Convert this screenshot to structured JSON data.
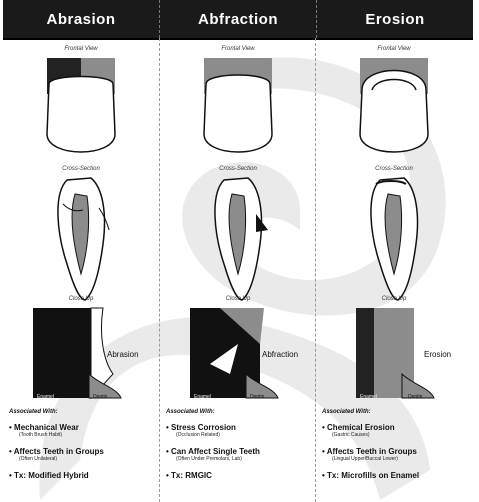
{
  "columns": [
    {
      "title": "Abrasion",
      "captions": {
        "frontal": "Frontal View",
        "cross": "Cross-Section",
        "close": "Close Up"
      },
      "side_label": "Abrasion",
      "small_labels": [
        "Enamel",
        "Dentin"
      ],
      "associated": "Associated With:",
      "bullets": [
        {
          "main": "Mechanical Wear",
          "sub": "(Tooth Brush Habit)"
        },
        {
          "main": "Affects Teeth in Groups",
          "sub": "(Often Unilateral)"
        },
        {
          "main": "Tx: Modified Hybrid",
          "sub": ""
        }
      ]
    },
    {
      "title": "Abfraction",
      "captions": {
        "frontal": "Frontal View",
        "cross": "Cross-Section",
        "close": "Close Up"
      },
      "side_label": "Abfraction",
      "small_labels": [
        "Enamel",
        "Dentin"
      ],
      "associated": "Associated With:",
      "bullets": [
        {
          "main": "Stress Corrosion",
          "sub": "(Occlusion Related)"
        },
        {
          "main": "Can Affect Single Teeth",
          "sub": "(Often Under Premolars, Lab)"
        },
        {
          "main": "Tx: RMGIC",
          "sub": ""
        }
      ]
    },
    {
      "title": "Erosion",
      "captions": {
        "frontal": "Frontal View",
        "cross": "Cross-Section",
        "close": "Close Up"
      },
      "side_label": "Erosion",
      "small_labels": [
        "Enamel",
        "Dentin"
      ],
      "associated": "Associated With:",
      "bullets": [
        {
          "main": "Chemical Erosion",
          "sub": "(Gastric Causes)"
        },
        {
          "main": "Affects Teeth in Groups",
          "sub": "(Lingual Upper/Buccal Lower)"
        },
        {
          "main": "Tx: Microfills on Enamel",
          "sub": ""
        }
      ]
    }
  ],
  "colors": {
    "header": "#1a1a1a",
    "watermark": "#e6e6e6",
    "shade": "#8c8c8c"
  }
}
